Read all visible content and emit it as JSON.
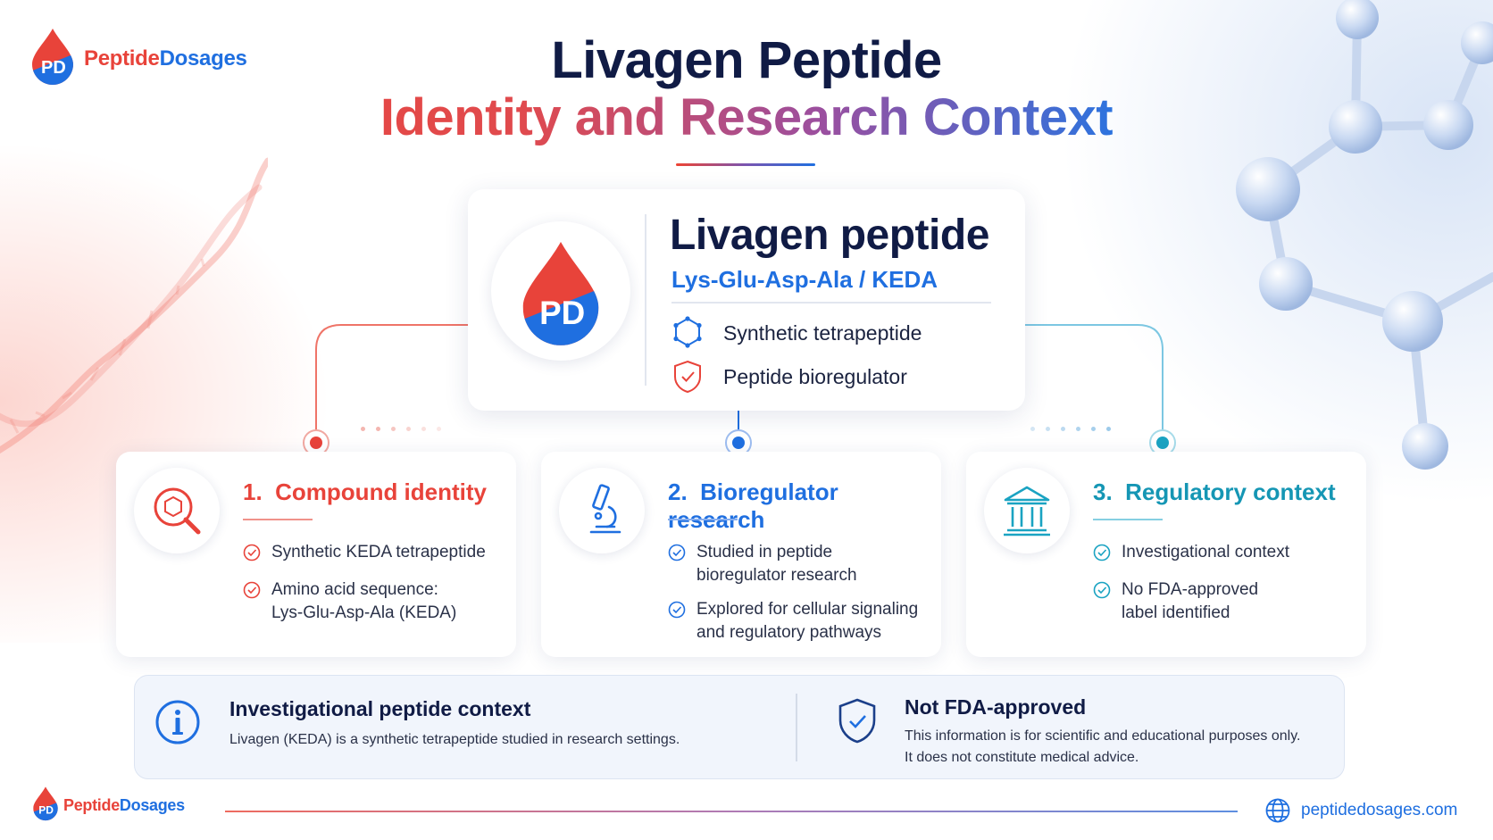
{
  "brand": {
    "name_part1": "Peptide",
    "name_part2": "Dosages",
    "logo_icon": "blood-drop-pd-logo",
    "colors": {
      "red": "#e8433a",
      "blue": "#1f6fe0",
      "teal": "#1aa3c2",
      "navy": "#101b45"
    }
  },
  "title": {
    "line1": "Livagen Peptide",
    "line2": "Identity and Research Context"
  },
  "hero": {
    "title": "Livagen peptide",
    "subtitle": "Lys-Glu-Asp-Ala / KEDA",
    "features": [
      {
        "icon": "hexagon-molecule-icon",
        "label": "Synthetic tetrapeptide"
      },
      {
        "icon": "shield-check-icon",
        "label": "Peptide bioregulator"
      }
    ]
  },
  "cards": [
    {
      "number": "1.",
      "title": "Compound identity",
      "icon": "magnifier-molecule-icon",
      "accent": "#e8433a",
      "items": [
        [
          "Synthetic KEDA tetrapeptide"
        ],
        [
          "Amino acid sequence:",
          "Lys-Glu-Asp-Ala (KEDA)"
        ]
      ]
    },
    {
      "number": "2.",
      "title": "Bioregulator research",
      "icon": "microscope-icon",
      "accent": "#1f6fe0",
      "items": [
        [
          "Studied in peptide",
          "bioregulator research"
        ],
        [
          "Explored for cellular signaling",
          "and regulatory pathways"
        ]
      ]
    },
    {
      "number": "3.",
      "title": "Regulatory context",
      "icon": "institution-building-icon",
      "accent": "#1aa3c2",
      "items": [
        [
          "Investigational context"
        ],
        [
          "No FDA-approved",
          "label identified"
        ]
      ]
    }
  ],
  "info_bar": {
    "left": {
      "icon": "info-icon",
      "title": "Investigational peptide context",
      "text": "Livagen (KEDA) is a synthetic tetrapeptide studied in research settings."
    },
    "right": {
      "icon": "shield-check-icon",
      "title": "Not FDA-approved",
      "text_line1": "This information is for scientific and educational purposes only.",
      "text_line2": "It does not constitute medical advice."
    }
  },
  "footer": {
    "url": "peptidedosages.com",
    "globe_icon": "globe-icon"
  }
}
